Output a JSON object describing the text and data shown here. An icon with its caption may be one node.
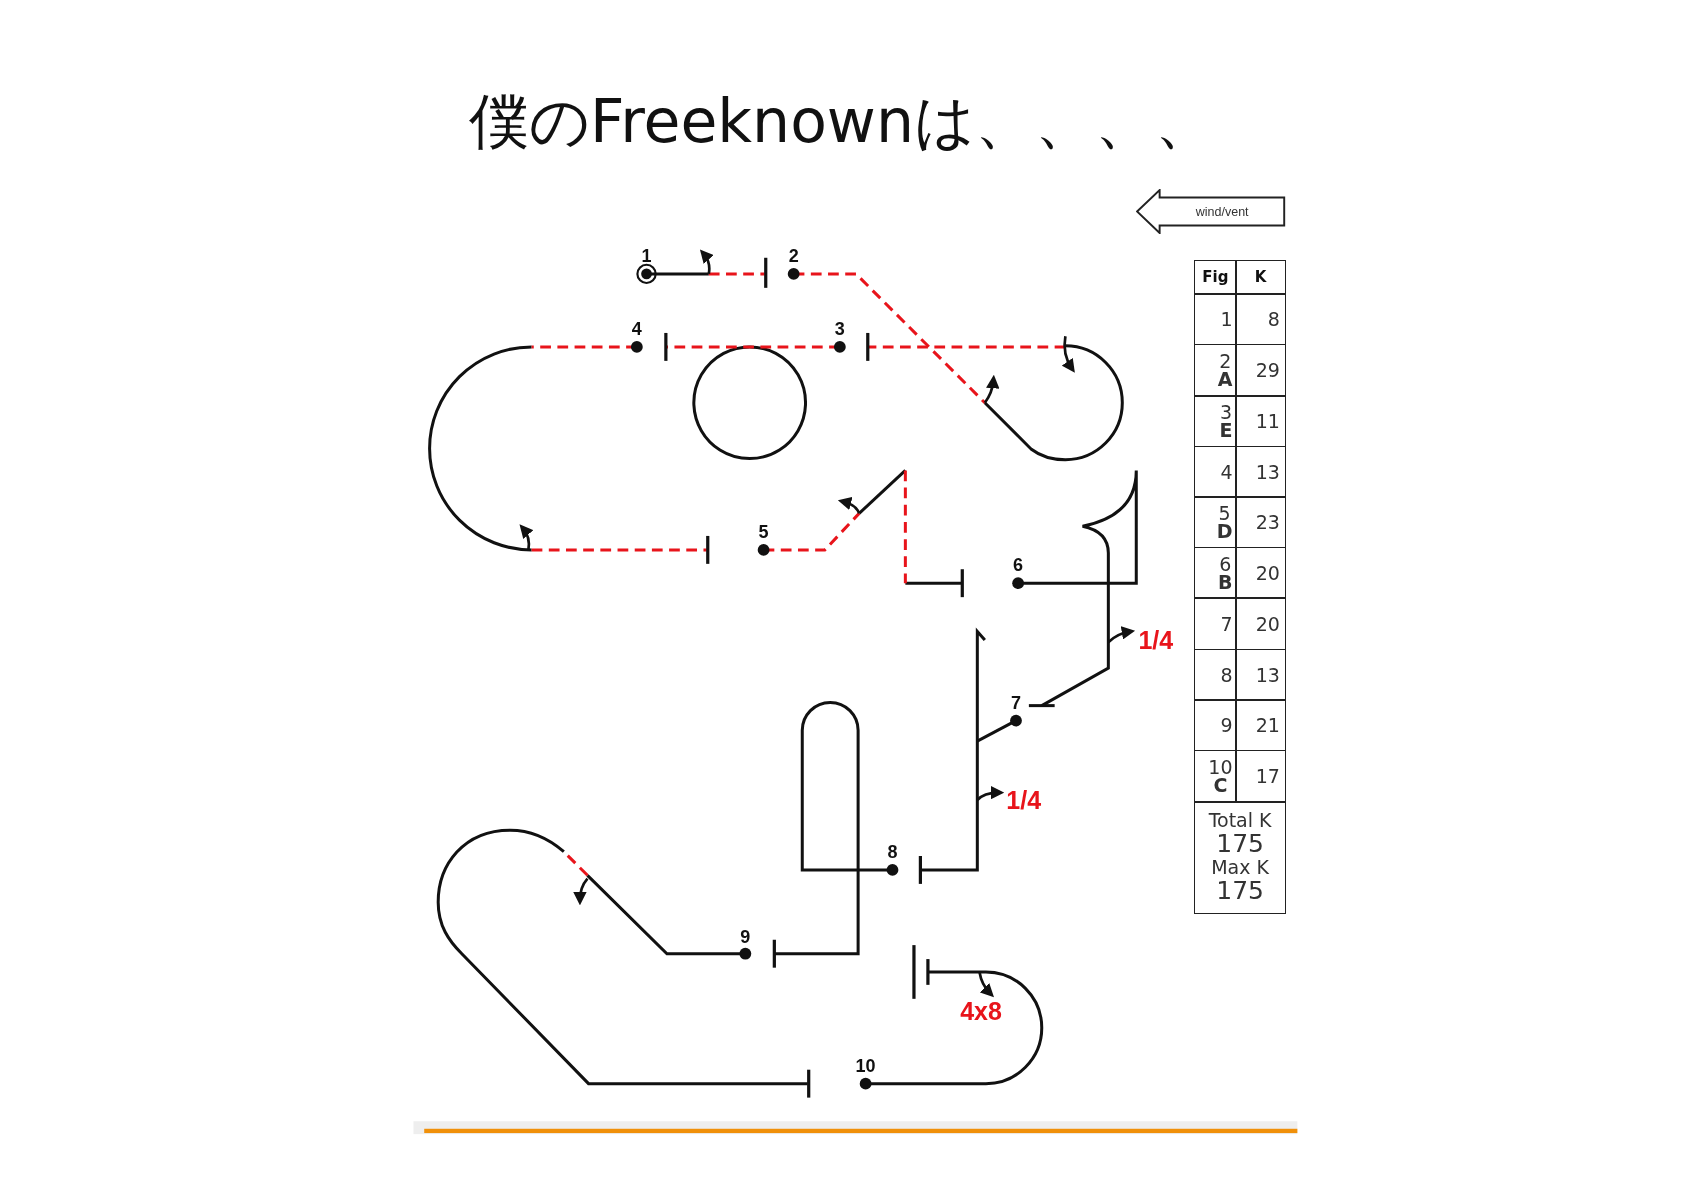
{
  "diagram": {
    "title": "僕のFreeknownは、、、、",
    "nodes": [
      {
        "text": [
          "wind/vent"
        ]
      }
    ],
    "labels": [
      "1",
      "2",
      "4",
      "3",
      "5",
      "6",
      "1/4",
      "7",
      "1/4",
      "8",
      "9",
      "4x8",
      "10",
      "Fig",
      "K",
      "1",
      "8",
      "2 **A**",
      "29",
      "3 **E**",
      "11",
      "4",
      "13",
      "5 **D**",
      "23",
      "6 **B**",
      "20",
      "7",
      "20",
      "8",
      "13",
      "9",
      "21",
      "10 **C**",
      "17",
      "Total K",
      "175",
      "Max K",
      "175"
    ]
  }
}
